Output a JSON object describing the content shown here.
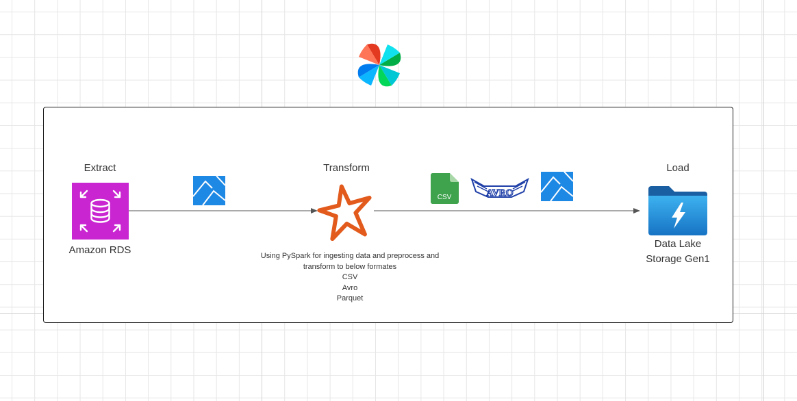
{
  "diagram": {
    "stages": {
      "extract": "Extract",
      "transform": "Transform",
      "load": "Load"
    },
    "nodes": {
      "source": "Amazon RDS",
      "target_line1": "Data Lake",
      "target_line2": "Storage Gen1"
    },
    "description": [
      "Using PySpark for ingesting data and preprocess and",
      "transform to below formates",
      "CSV",
      "Avro",
      "Parquet"
    ],
    "format_badges": {
      "csv": "CSV",
      "avro": "AVRO"
    },
    "icons": {
      "orchestrator": "airflow-logo-icon",
      "source": "amazon-rds-icon",
      "processor": "spark-star-icon",
      "target": "data-lake-folder-icon",
      "format_csv": "csv-file-icon",
      "format_avro": "avro-logo-icon",
      "format_parquet": "parquet-icon"
    },
    "colors": {
      "rds": "#C925D1",
      "spark": "#E25A1C",
      "parquet": "#1E88E5",
      "csv": "#3FA34D",
      "avro": "#1F3FA8",
      "datalake": "#1F8FD6",
      "arrow": "#555555"
    }
  }
}
